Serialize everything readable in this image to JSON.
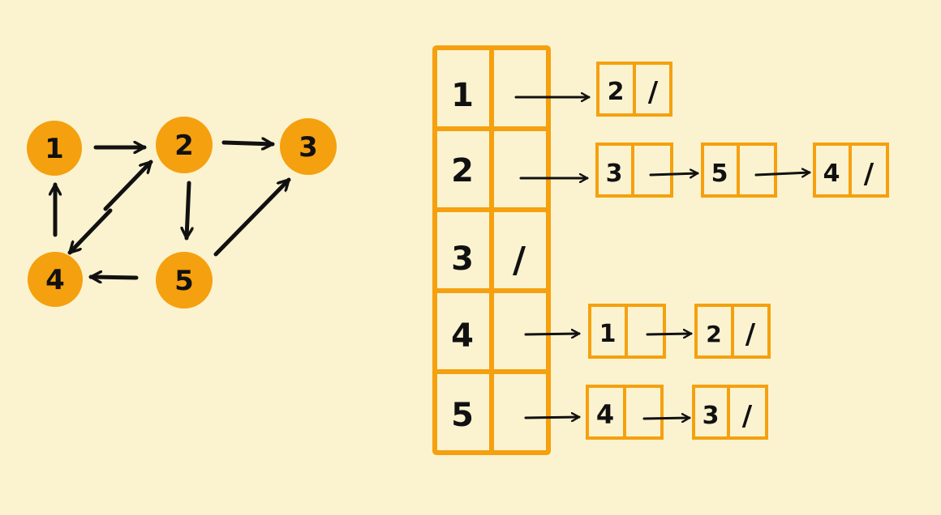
{
  "colors": {
    "background": "#fbf3cf",
    "node": "#f5a00f",
    "box": "#f5a00f",
    "ink": "#111111"
  },
  "graph": {
    "nodes": [
      {
        "id": "n1",
        "label": "1"
      },
      {
        "id": "n2",
        "label": "2"
      },
      {
        "id": "n3",
        "label": "3"
      },
      {
        "id": "n4",
        "label": "4"
      },
      {
        "id": "n5",
        "label": "5"
      }
    ],
    "edges": [
      {
        "from": "1",
        "to": "2"
      },
      {
        "from": "2",
        "to": "3"
      },
      {
        "from": "2",
        "to": "5"
      },
      {
        "from": "2",
        "to": "4"
      },
      {
        "from": "4",
        "to": "2"
      },
      {
        "from": "4",
        "to": "1"
      },
      {
        "from": "5",
        "to": "4"
      },
      {
        "from": "5",
        "to": "3"
      }
    ]
  },
  "adjacency": {
    "null_mark": "/",
    "rows": [
      {
        "vertex": "1",
        "list": [
          "2"
        ]
      },
      {
        "vertex": "2",
        "list": [
          "3",
          "5",
          "4"
        ]
      },
      {
        "vertex": "3",
        "list": []
      },
      {
        "vertex": "4",
        "list": [
          "1",
          "2"
        ]
      },
      {
        "vertex": "5",
        "list": [
          "4",
          "3"
        ]
      }
    ]
  }
}
